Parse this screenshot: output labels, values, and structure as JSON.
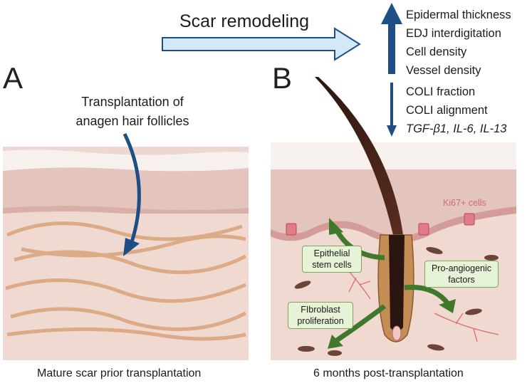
{
  "title": "Scar remodeling",
  "panel_a": {
    "letter": "A",
    "transplant_text_line1": "Transplantation of",
    "transplant_text_line2": "anagen hair follicles",
    "caption": "Mature scar prior transplantation"
  },
  "panel_b": {
    "letter": "B",
    "caption": "6 months post-transplantation",
    "ki67": "Ki67+ cells",
    "epithelial_line1": "Epithelial",
    "epithelial_line2": "stem cells",
    "proangio_line1": "Pro-angiogenic",
    "proangio_line2": "factors",
    "fibro_line1": "FIbroblast",
    "fibro_line2": "proliferation"
  },
  "increased": [
    "Epidermal thickness",
    "EDJ interdigitation",
    "Cell density",
    "Vessel density"
  ],
  "decreased": [
    "COLI fraction",
    "COLI alignment",
    "TGF-β1, IL-6, IL-13"
  ],
  "colors": {
    "arrow_blue": "#1d4f86",
    "arrow_light": "#d4e9f7",
    "green_arrow": "#3f7a2c",
    "skin": "#ecd2c8"
  }
}
